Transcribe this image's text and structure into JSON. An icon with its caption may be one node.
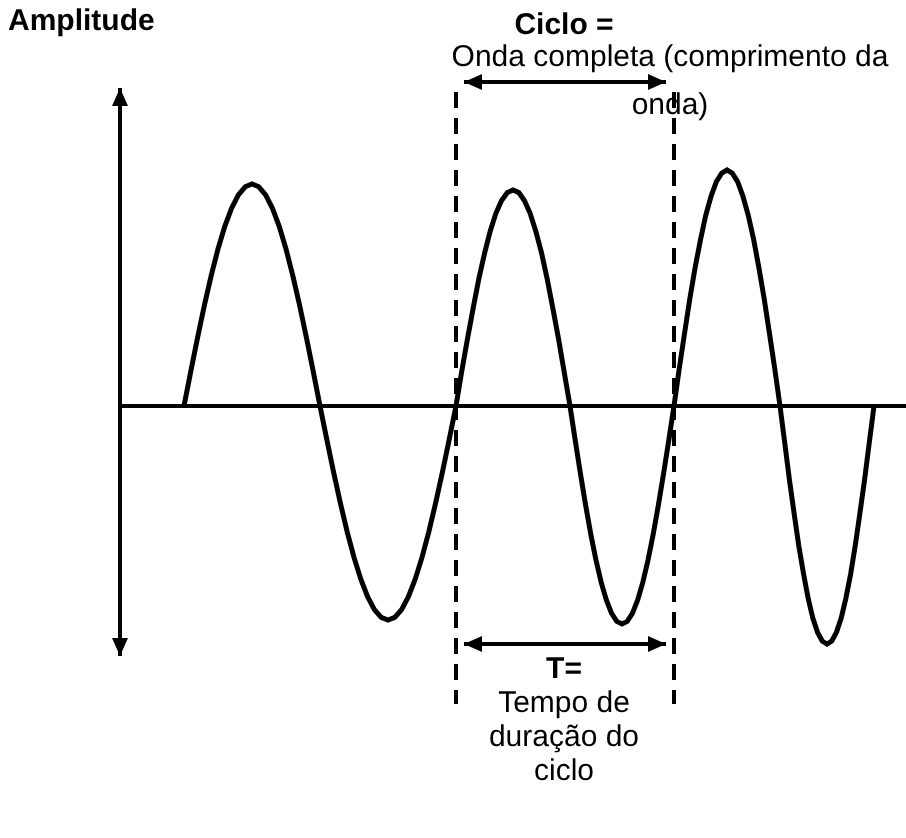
{
  "diagram": {
    "labels": [
      "Amplitude",
      "Ciclo =",
      "Onda completa (comprimento da onda)",
      "T=",
      "Tempo de duração do ciclo"
    ]
  }
}
